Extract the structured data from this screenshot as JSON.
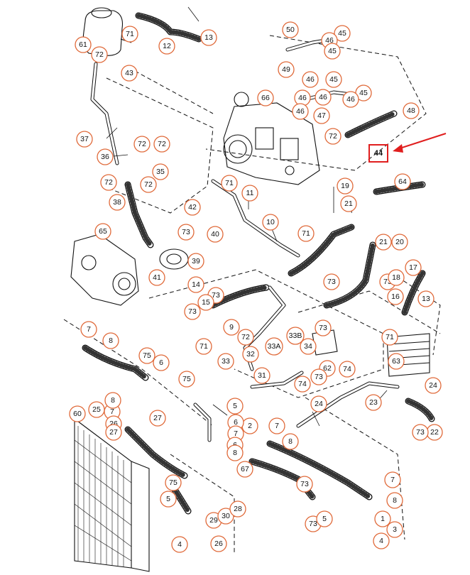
{
  "highlight": {
    "label": "44",
    "color": "#e01e1e"
  },
  "callout_color": "#e06a3a",
  "callouts": [
    "71",
    "13",
    "61",
    "72",
    "12",
    "43",
    "50",
    "45",
    "46",
    "49",
    "45",
    "46",
    "45",
    "46",
    "46",
    "45",
    "46",
    "66",
    "48",
    "46",
    "47",
    "72",
    "37",
    "72",
    "72",
    "36",
    "35",
    "72",
    "72",
    "64",
    "71",
    "11",
    "38",
    "19",
    "42",
    "21",
    "10",
    "65",
    "73",
    "40",
    "71",
    "21",
    "20",
    "73",
    "39",
    "41",
    "17",
    "73",
    "14",
    "73",
    "18",
    "16",
    "13",
    "73",
    "15",
    "7",
    "8",
    "73",
    "71",
    "33B",
    "9",
    "72",
    "71",
    "32",
    "33A",
    "34",
    "75",
    "6",
    "33",
    "62",
    "74",
    "63",
    "73",
    "31",
    "74",
    "75",
    "24",
    "60",
    "25",
    "7",
    "8",
    "27",
    "5",
    "2",
    "24",
    "23",
    "26",
    "27",
    "6",
    "7",
    "7",
    "8",
    "22",
    "73",
    "67",
    "73",
    "75",
    "7",
    "8",
    "29",
    "30",
    "28",
    "73",
    "5",
    "5",
    "1",
    "4",
    "26",
    "3",
    "4",
    "6",
    "8"
  ],
  "arrow_target": "44"
}
